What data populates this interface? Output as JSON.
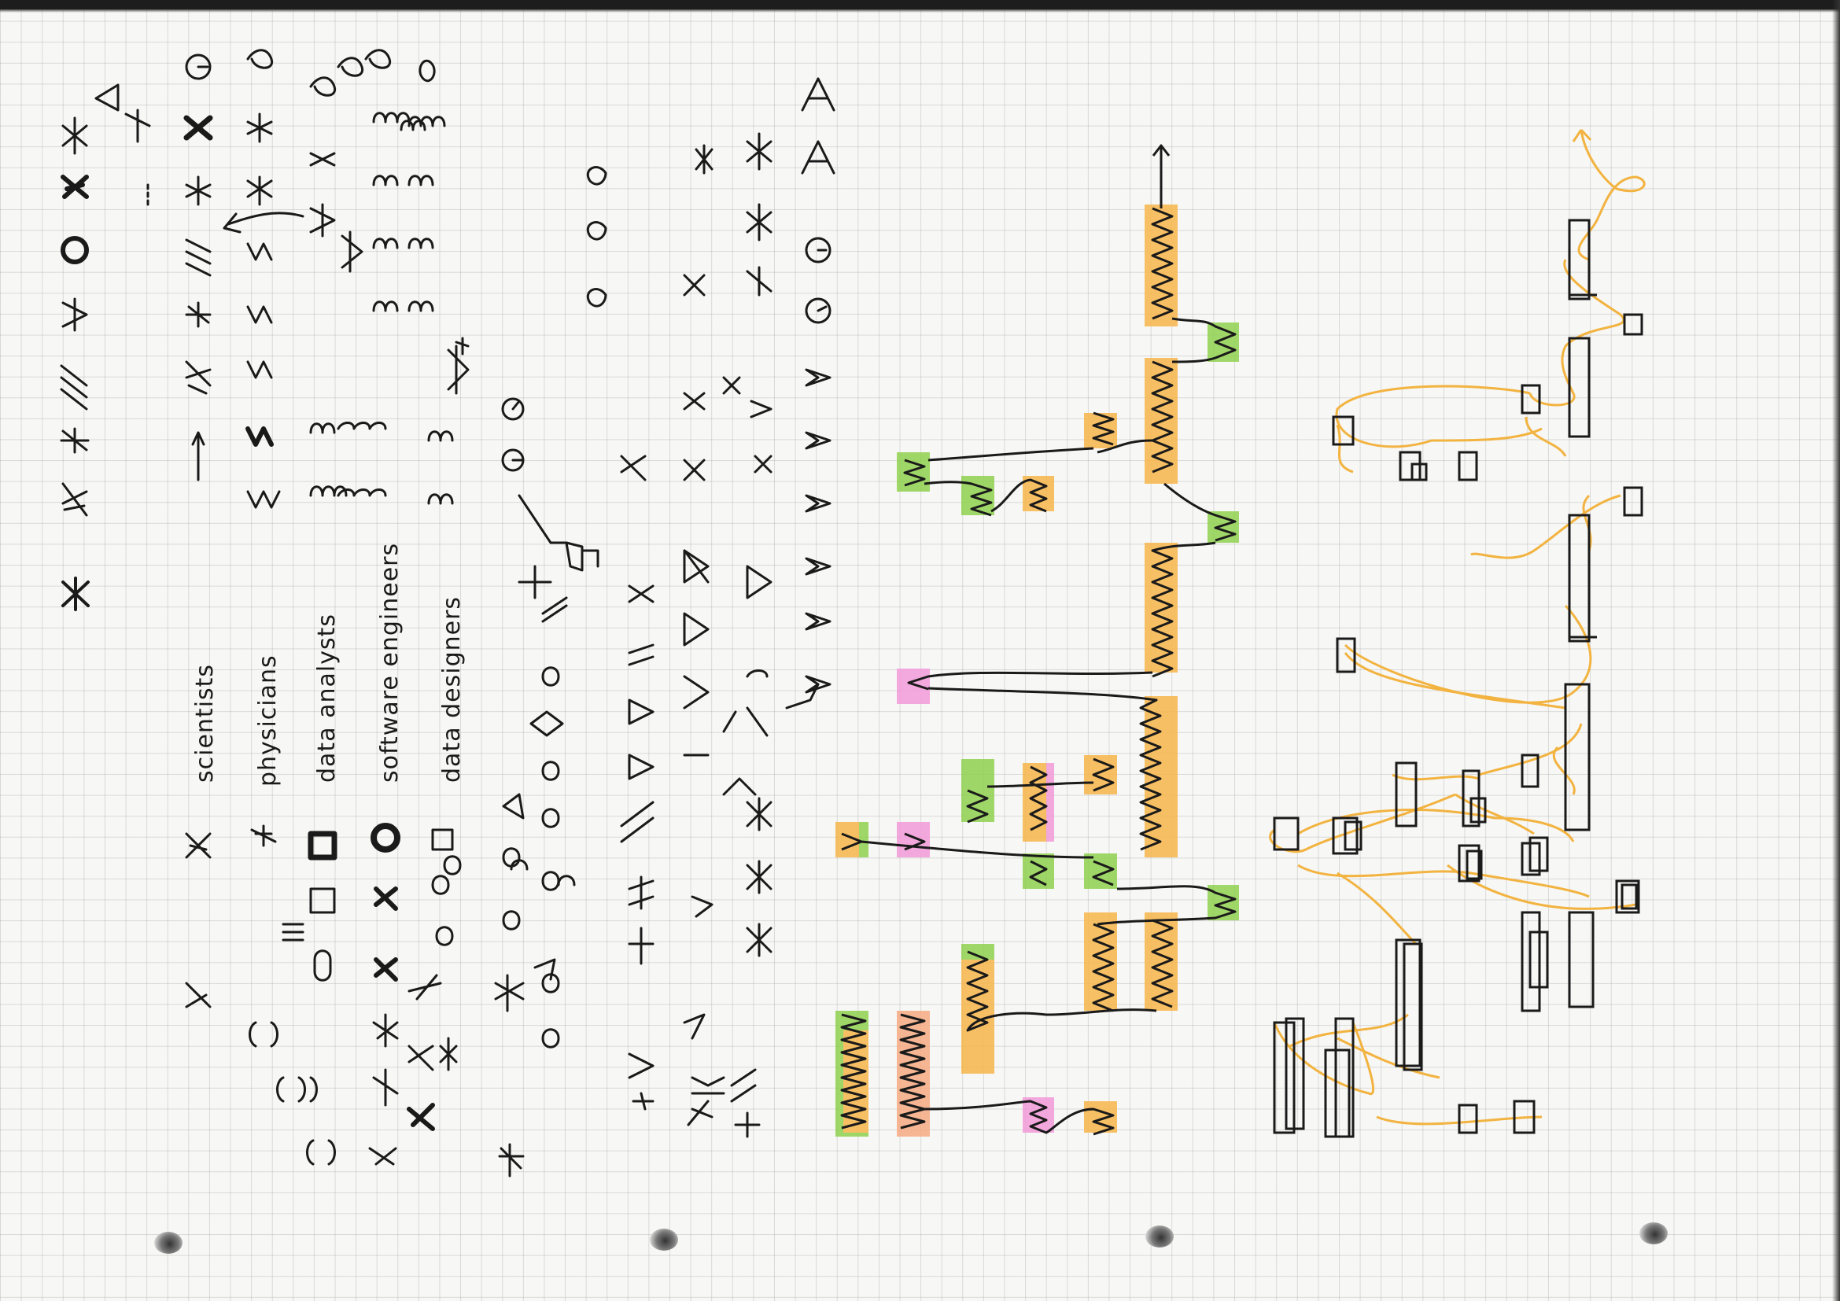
{
  "sheet": {
    "title": "",
    "colors": {
      "ink": "#1a1a1a",
      "grid": "#b4b4b4",
      "highlight_orange": "#f8b64a",
      "highlight_green": "#8fd14f",
      "highlight_pink": "#f39bd9",
      "loop_orange": "#f2b340"
    }
  },
  "labels": {
    "scientists": "scientists",
    "physicians": "physicians",
    "data_analysts": "data analysts",
    "software_engineers": "software engineers",
    "data_designers": "data designers"
  }
}
